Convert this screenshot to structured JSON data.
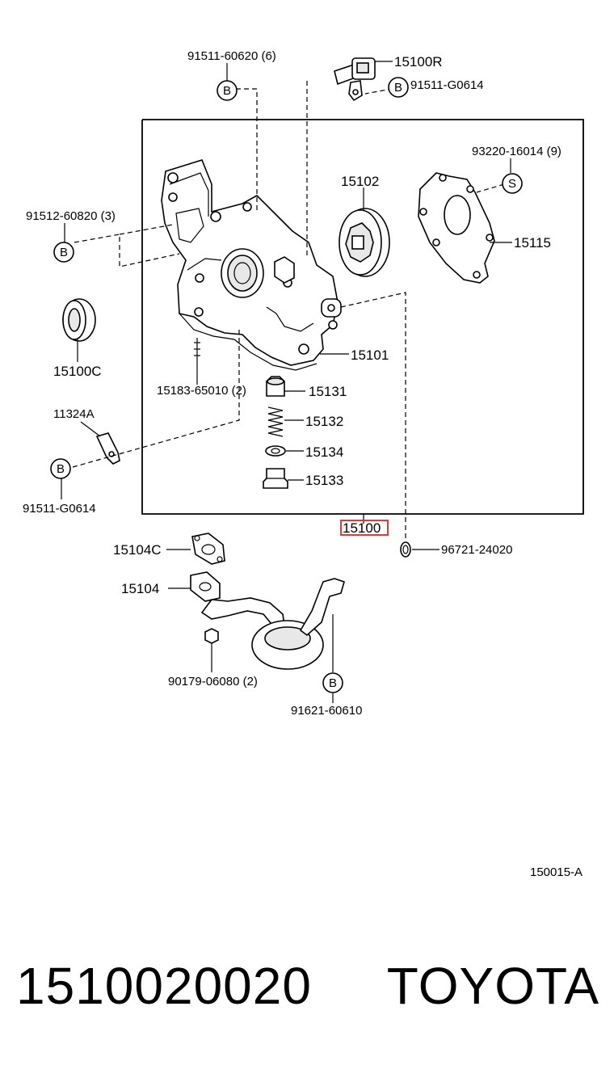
{
  "labels": {
    "l_91511_60620": "91511-60620 (6)",
    "l_15100R": "15100R",
    "l_91511_G0614_top": "91511-G0614",
    "l_93220_16014": "93220-16014 (9)",
    "l_15102": "15102",
    "l_91512_60820": "91512-60820 (3)",
    "l_15115": "15115",
    "l_15100C": "15100C",
    "l_15101": "15101",
    "l_15183_65010": "15183-65010 (2)",
    "l_15131": "15131",
    "l_11324A": "11324A",
    "l_15132": "15132",
    "l_15134": "15134",
    "l_91511_G0614_left": "91511-G0614",
    "l_15133": "15133",
    "l_15100": "15100",
    "l_15104C": "15104C",
    "l_96721_24020": "96721-24020",
    "l_15104": "15104",
    "l_90179_06080": "90179-06080 (2)",
    "l_91621_60610": "91621-60610",
    "l_diagram_code": "150015-A"
  },
  "callouts": {
    "B": "B",
    "S": "S"
  },
  "highlight_color": "#e53935",
  "footer": {
    "part_number": "1510020020",
    "brand": "TOYOTA"
  }
}
